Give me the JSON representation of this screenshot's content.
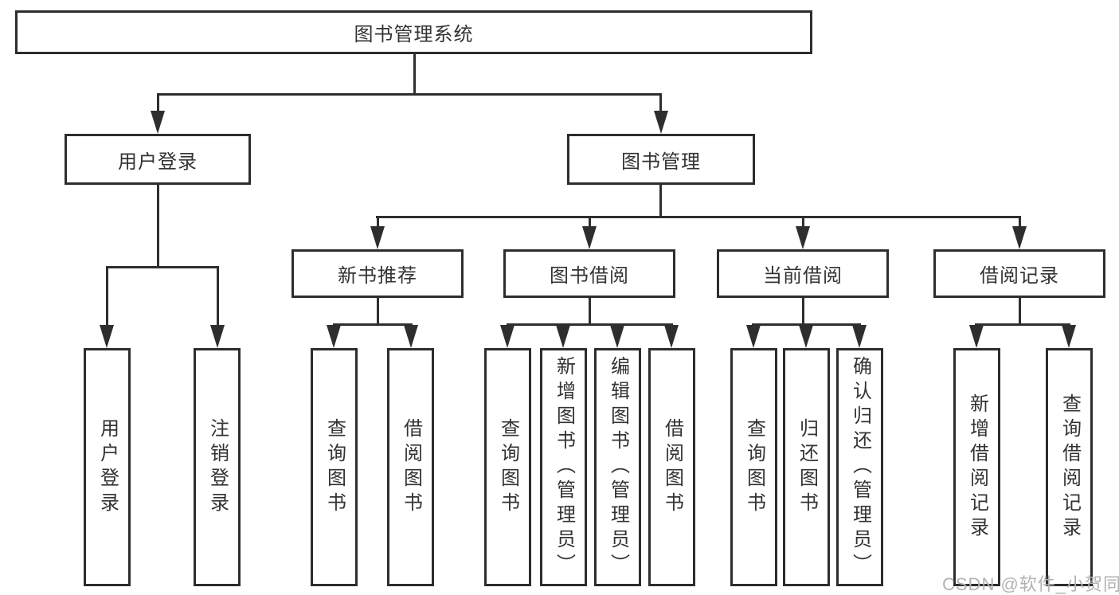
{
  "watermark": "CSDN @软件_小贺同学",
  "tree": {
    "root": "图书管理系统",
    "branches": [
      {
        "label": "用户登录",
        "children": [
          "用户登录",
          "注销登录"
        ]
      },
      {
        "label": "图书管理",
        "groups": [
          {
            "label": "新书推荐",
            "children": [
              "查询图书",
              "借阅图书"
            ]
          },
          {
            "label": "图书借阅",
            "children": [
              "查询图书",
              "新增图书（管理员）",
              "编辑图书（管理员）",
              "借阅图书"
            ]
          },
          {
            "label": "当前借阅",
            "children": [
              "查询图书",
              "归还图书",
              "确认归还（管理员）"
            ]
          },
          {
            "label": "借阅记录",
            "children": [
              "新增借阅记录",
              "查询借阅记录"
            ]
          }
        ]
      }
    ]
  }
}
